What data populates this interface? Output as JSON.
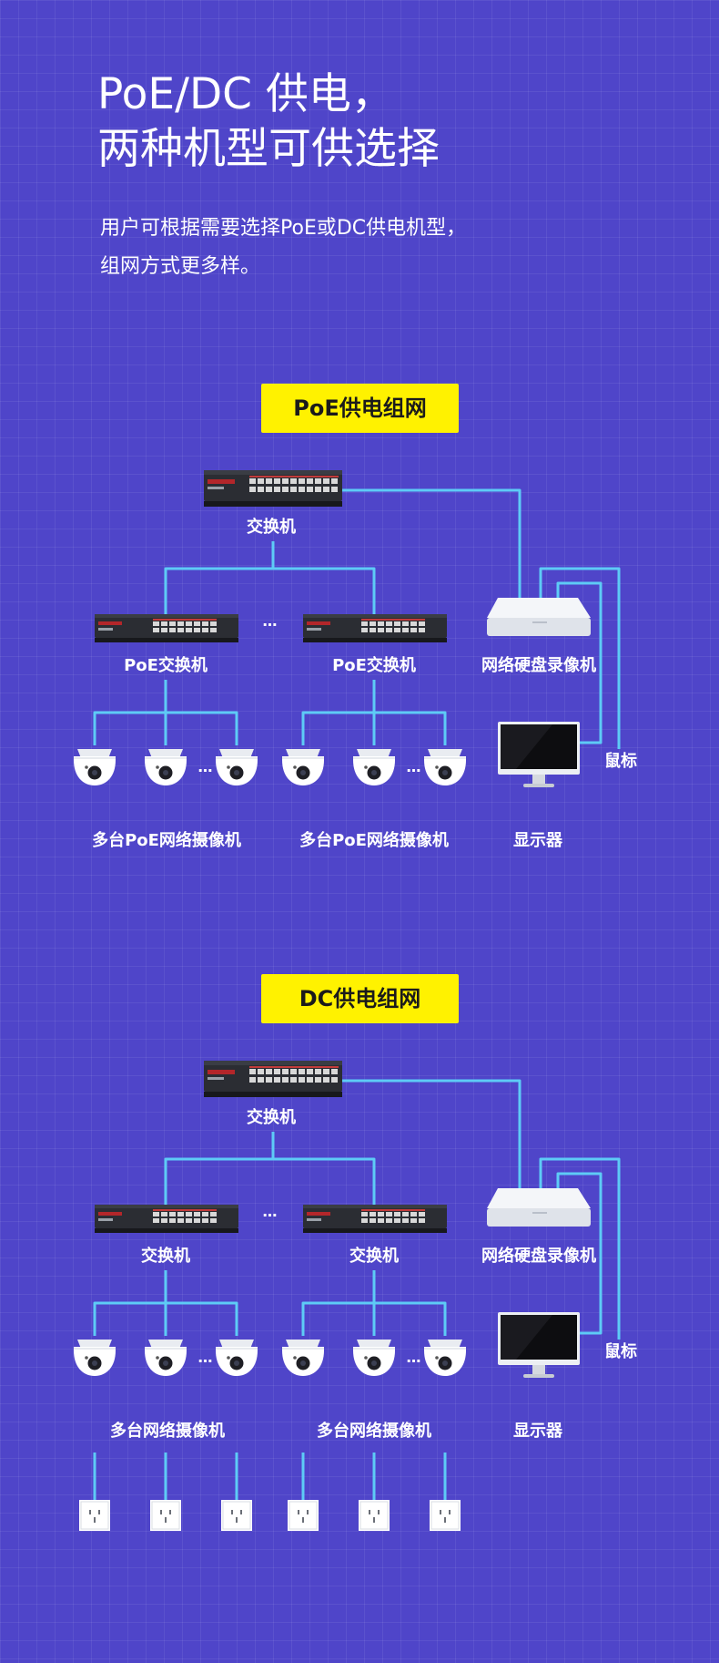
{
  "hero": {
    "title_line1": "PoE/DC 供电，",
    "title_line2": "两种机型可供选择",
    "subtitle_line1": "用户可根据需要选择PoE或DC供电机型，",
    "subtitle_line2": "组网方式更多样。"
  },
  "colors": {
    "wire": "#5ecbf6",
    "badge": "#fff200",
    "background": "#4f45c9"
  },
  "ellipsis": "…",
  "poe": {
    "heading": "PoE供电组网",
    "core_switch": "交换机",
    "left_switch": "PoE交换机",
    "right_switch": "PoE交换机",
    "nvr": "网络硬盘录像机",
    "mouse": "鼠标",
    "monitor": "显示器",
    "left_cameras": "多台PoE网络摄像机",
    "right_cameras": "多台PoE网络摄像机"
  },
  "dc": {
    "heading": "DC供电组网",
    "core_switch": "交换机",
    "left_switch": "交换机",
    "right_switch": "交换机",
    "nvr": "网络硬盘录像机",
    "mouse": "鼠标",
    "monitor": "显示器",
    "left_cameras": "多台网络摄像机",
    "right_cameras": "多台网络摄像机"
  }
}
